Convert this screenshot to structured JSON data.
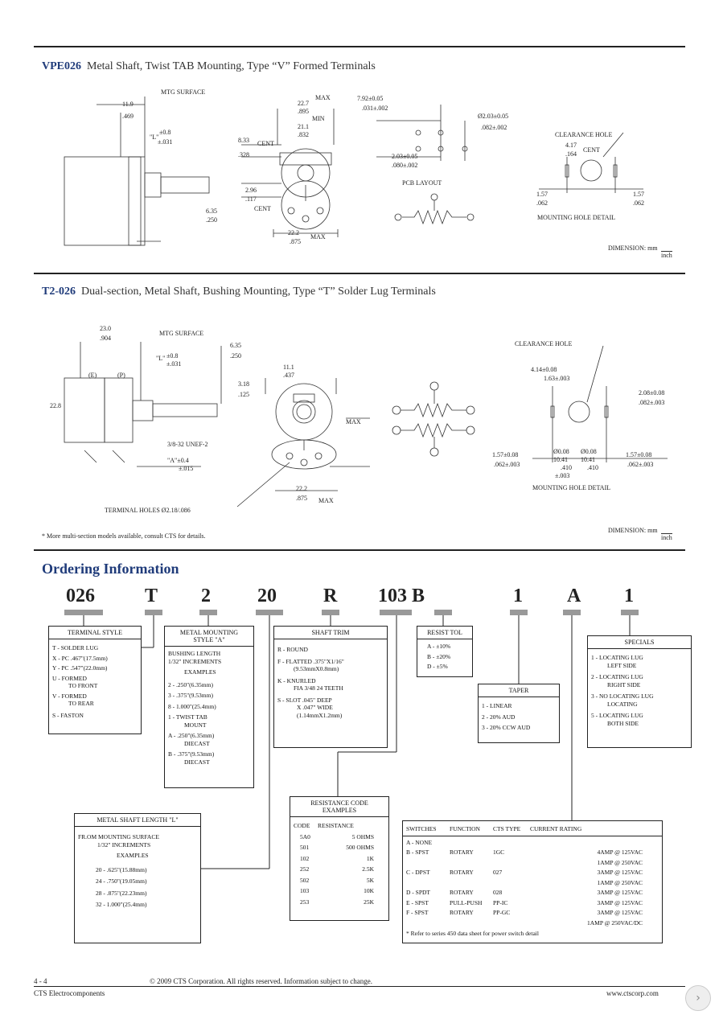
{
  "section1": {
    "code": "VPE026",
    "title": "Metal Shaft, Twist TAB Mounting, Type “V” Formed Terminals",
    "labels": {
      "mtg_surface": "MTG SURFACE",
      "d_119": "11.9",
      "d_469": ".469",
      "d_L": "\"L\"",
      "d_408": "±0.8",
      "d_031": "±.031",
      "d_833": "8.33",
      "d_cent1": "CENT",
      "d_328": ".328",
      "d_296": "2.96",
      "d_cent2": "CENT",
      "d_117": ".117",
      "d_635": "6.35",
      "d_250": ".250",
      "d_227": "22.7",
      "d_max1": "MAX",
      "d_895": ".895",
      "d_211": "21.1",
      "d_min": "MIN",
      "d_832": ".832",
      "d_222": "22.2",
      "d_max2": "MAX",
      "d_875": ".875",
      "pcb_a": "7.92±0.05",
      "pcb_b": ".031±.002",
      "pcb_c": "2.03±0.05",
      "pcb_d": ".080±.002",
      "pcb_e": "Ø2.03±0.05",
      "pcb_f": ".082±.002",
      "pcb_layout": "PCB LAYOUT",
      "clearance_hole": "CLEARANCE HOLE",
      "ch_a": "4.17",
      "ch_cent": "CENT",
      "ch_b": ".164",
      "mh_a": "1.57",
      "mh_b": ".062",
      "mh_c": "1.57",
      "mh_d": ".062",
      "mounting_hole": "MOUNTING HOLE DETAIL",
      "dimension": "DIMENSION",
      "unit_top": "mm",
      "unit_bot": "inch"
    }
  },
  "section2": {
    "code": "T2-026",
    "title": "Dual-section, Metal Shaft, Bushing Mounting, Type “T” Solder Lug Terminals",
    "labels": {
      "d_230": "23.0",
      "d_904": ".904",
      "mtg_surface": "MTG SURFACE",
      "d_L": "\"L\"",
      "d_408": "±0.8",
      "d_031": "±.031",
      "d_635": "6.35",
      "d_250": ".250",
      "d_E": "(E)",
      "d_P": "(P)",
      "d_228": "22.8",
      "d_318": "3.18",
      "d_125": ".125",
      "d_111": "11.1",
      "d_437": ".437",
      "d_thread": "3/8-32 UNEF-2",
      "d_A": "\"A\"±0.4",
      "d_A2": "±.015",
      "d_max": "MAX",
      "d_222": "22.2",
      "d_875": ".875",
      "d_max2": "MAX",
      "terminal_holes": "TERMINAL HOLES Ø2.18/.086",
      "clearance_hole": "CLEARANCE HOLE",
      "ch_a": "4.14±0.08",
      "ch_b": "1.63±.003",
      "ch_c": "2.08±0.08",
      "ch_d": ".082±.003",
      "mh_a": "1.57±0.08",
      "mh_b": ".062±.003",
      "mh_c": "Ø0.08",
      "mh_d": "10.41",
      "mh_e": ".410",
      "mh_f": "±.003",
      "mh_g": "Ø0.08",
      "mh_h": "10.41",
      "mh_i": ".410",
      "mh_j": "1.57±0.08",
      "mh_k": ".062±.003",
      "mounting_hole": "MOUNTING HOLE DETAIL",
      "note": "* More multi-section models available, consult CTS for details.",
      "dimension": "DIMENSION",
      "unit_top": "mm",
      "unit_bot": "inch"
    }
  },
  "ordering": {
    "title": "Ordering Information",
    "codes": [
      "026",
      "T",
      "2",
      "20",
      "R",
      "103 B",
      "1",
      "A",
      "1"
    ],
    "terminal_style": {
      "title": "TERMINAL STYLE",
      "items": [
        "T - SOLDER LUG",
        "X - PC .467\"(17.5mm)",
        "Y - PC .547\"(22.0mm)",
        "U - FORMED",
        "TO FRONT",
        "V - FORMED",
        "TO REAR",
        "S - FASTON"
      ]
    },
    "metal_mounting": {
      "title": "METAL MOUNTING",
      "title2": "STYLE \"A\"",
      "items": [
        "BUSHING LENGTH",
        "1/32\" INCREMENTS",
        "EXAMPLES",
        "2 - .250\"(6.35mm)",
        "3 - .375\"(9.53mm)",
        "8 - 1.000\"(25.4mm)",
        "1 - TWIST TAB",
        "MOUNT",
        "A - .250\"(6.35mm)",
        "DIECAST",
        "B - .375\"(9.53mm)",
        "DIECAST"
      ]
    },
    "shaft_trim": {
      "title": "SHAFT TRIM",
      "items": [
        "R - ROUND",
        "F - FLATTED .375\"X1/16\"",
        "(9.53mmX0.8mm)",
        "K - KNURLED",
        "FIA 3/48 24 TEETH",
        "S - SLOT .045\" DEEP",
        "X .047\" WIDE",
        "(1.14mmX1.2mm)"
      ]
    },
    "resist_tol": {
      "title": "RESIST TOL",
      "items": [
        "A - ±10%",
        "B - ±20%",
        "D - ±5%"
      ]
    },
    "taper": {
      "title": "TAPER",
      "items": [
        "1 - LINEAR",
        "2 - 20% AUD",
        "3 - 20% CCW AUD"
      ]
    },
    "specials": {
      "title": "SPECIALS",
      "items": [
        "1 - LOCATING LUG",
        "LEFT SIDE",
        "2 - LOCATING LUG",
        "RIGHT SIDE",
        "3 - NO LOCATING LUG",
        "LOCATING",
        "5 - LOCATING LUG",
        "BOTH SIDE"
      ]
    },
    "resistance": {
      "title": "RESISTANCE CODE",
      "title2": "EXAMPLES",
      "col1": "CODE",
      "col2": "RESISTANCE",
      "rows": [
        [
          "5A0",
          "5 OHMS"
        ],
        [
          "501",
          "500 OHMS"
        ],
        [
          "102",
          "1K"
        ],
        [
          "252",
          "2.5K"
        ],
        [
          "502",
          "5K"
        ],
        [
          "103",
          "10K"
        ],
        [
          "253",
          "25K"
        ]
      ]
    },
    "shaft_length": {
      "title": "METAL SHAFT LENGTH \"L\"",
      "items": [
        "FR.OM MOUNTING SURFACE",
        "1/32\" INCREMENTS",
        "EXAMPLES",
        "20 - .625\"(15.88mm)",
        "24 - .750\"(19.05mm)",
        "28 - .875\"(22.23mm)",
        "32 - 1.000\"(25.4mm)"
      ]
    },
    "switches": {
      "headers": [
        "SWITCHES",
        "FUNCTION",
        "CTS TYPE",
        "CURRENT RATING"
      ],
      "rows": [
        [
          "A - NONE",
          "",
          "",
          ""
        ],
        [
          "B - SPST",
          "ROTARY",
          "1GC",
          "4AMP @ 125VAC"
        ],
        [
          "",
          "",
          "",
          "1AMP @ 250VAC"
        ],
        [
          "C - DPST",
          "ROTARY",
          "027",
          "3AMP @ 125VAC"
        ],
        [
          "",
          "",
          "",
          "1AMP @ 250VAC"
        ],
        [
          "D - SPDT",
          "ROTARY",
          "028",
          "3AMP @ 125VAC"
        ],
        [
          "E - SPST",
          "PULL-PUSH",
          "PP-IC",
          "3AMP @ 125VAC"
        ],
        [
          "F - SPST",
          "ROTARY",
          "PP-GC",
          "3AMP @ 125VAC"
        ],
        [
          "",
          "",
          "",
          "1AMP @ 250VAC/DC"
        ]
      ],
      "note": "* Refer to series 450 data sheet for power switch detail"
    }
  },
  "footer": {
    "page": "4 - 4",
    "company": "CTS Electrocomponents",
    "copyright": "© 2009 CTS Corporation. All rights reserved. Information subject to change.",
    "url": "www.ctscorp.com"
  }
}
